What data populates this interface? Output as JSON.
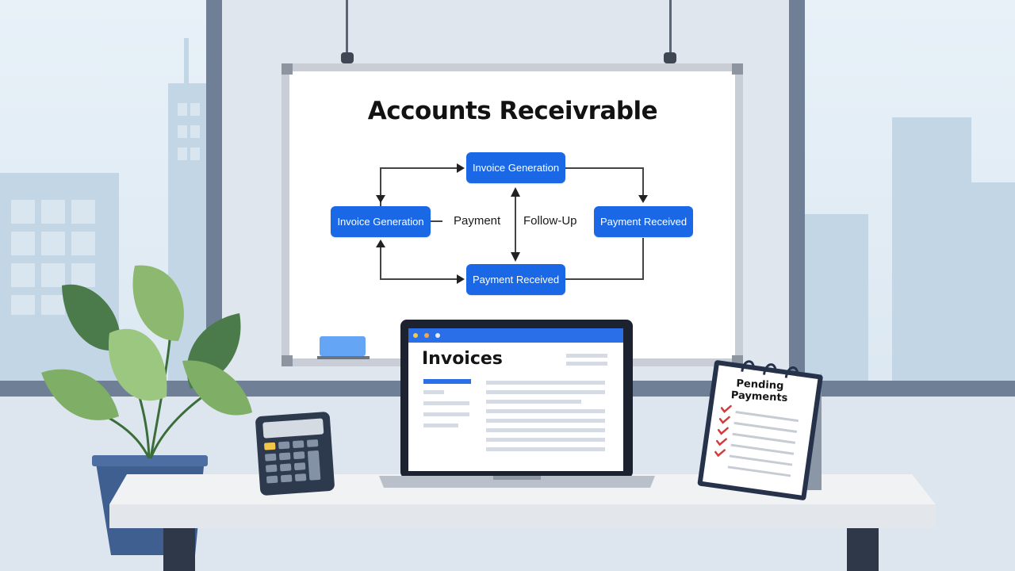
{
  "whiteboard": {
    "title": "Accounts Receivrable",
    "nodes": {
      "top": "Invoice Generation",
      "left": "Invoice Generation",
      "right": "Payment Received",
      "bottom": "Payment Received"
    },
    "labels": {
      "payment": "Payment",
      "follow_up": "Follow-Up"
    }
  },
  "laptop": {
    "screen_title": "Invoices"
  },
  "notepad": {
    "title_line1": "Pending",
    "title_line2": "Payments"
  },
  "colors": {
    "node_blue": "#1a68e6",
    "window_frame": "#6f7f95",
    "desk": "#f1f2f4",
    "plant_dark": "#4b7a4b",
    "plant_light": "#8cb870",
    "check_red": "#d63b3b"
  }
}
